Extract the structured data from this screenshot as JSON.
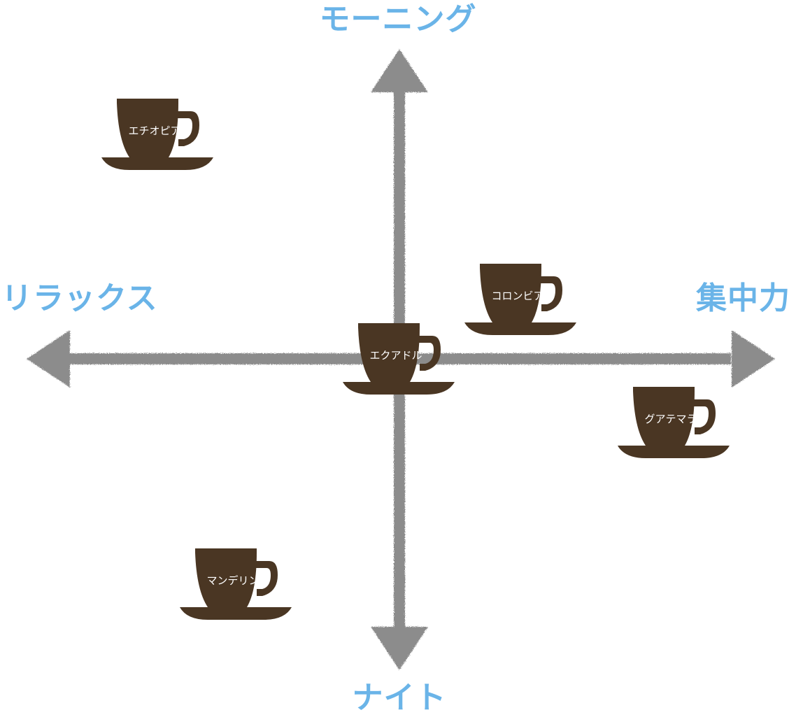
{
  "colors": {
    "axis_label": "#6ab4e8",
    "arrow": "#8c8c8c",
    "cup": "#4a3623",
    "cup_text": "#ffffff",
    "background": "#ffffff"
  },
  "axes": {
    "top": "モーニング",
    "bottom": "ナイト",
    "left": "リラックス",
    "right": "集中力"
  },
  "cups": [
    {
      "id": "ethiopia",
      "label": "エチオピア",
      "icon": "coffee-cup-icon"
    },
    {
      "id": "colombia",
      "label": "コロンビア",
      "icon": "coffee-cup-icon"
    },
    {
      "id": "ecuador",
      "label": "エクアドル",
      "icon": "coffee-cup-icon"
    },
    {
      "id": "guatemala",
      "label": "グアテマラ",
      "icon": "coffee-cup-icon"
    },
    {
      "id": "mandheling",
      "label": "マンデリン",
      "icon": "coffee-cup-icon"
    }
  ]
}
